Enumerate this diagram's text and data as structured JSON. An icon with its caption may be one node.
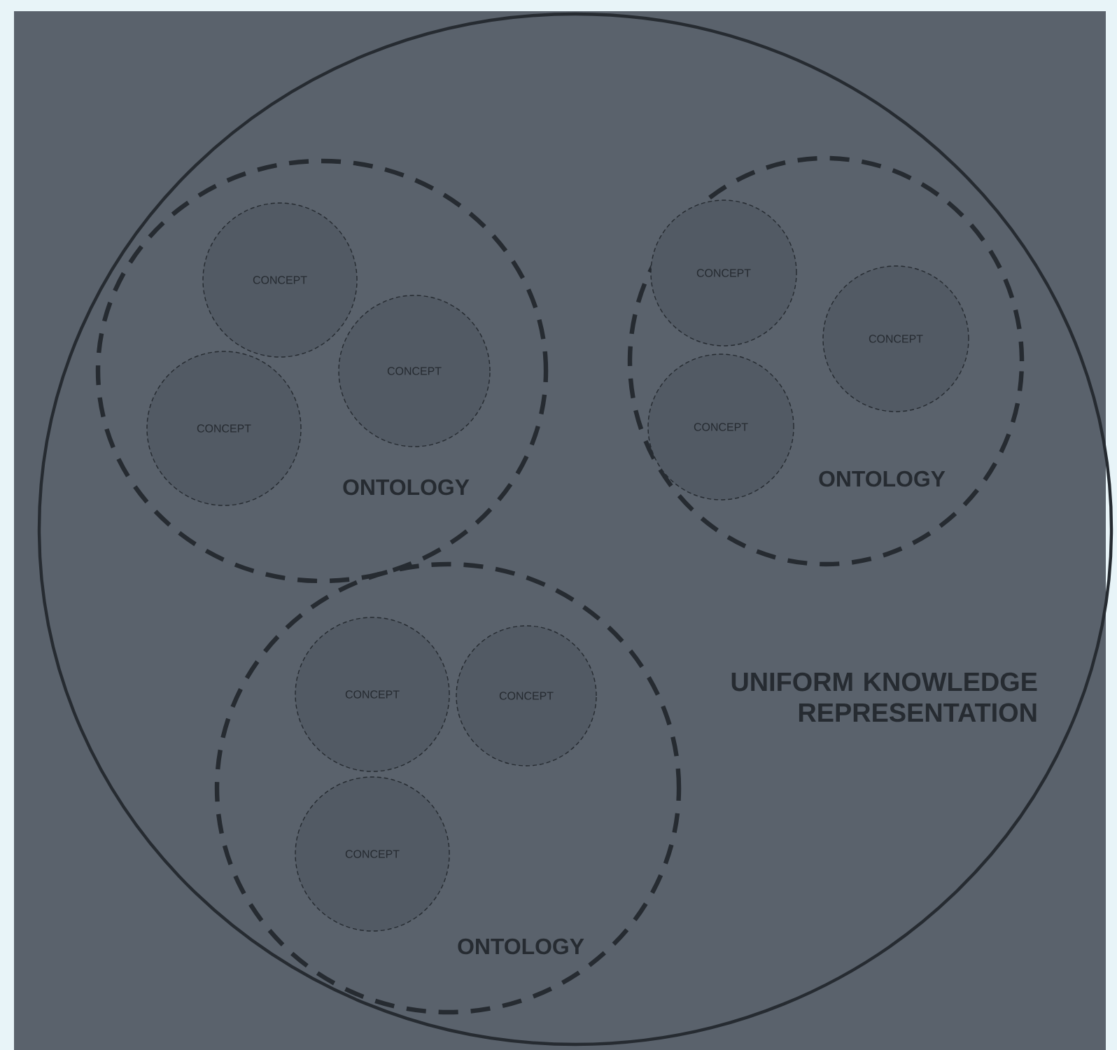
{
  "diagram": {
    "nodes": [
      {
        "text": [
          "UNIFORM KNOWLEDGE REPRESENTATION"
        ]
      },
      {
        "text": [
          "ONTOLOGY"
        ],
        "in": 0
      },
      {
        "text": [
          "CONCEPT"
        ],
        "in": 1
      },
      {
        "text": [
          "CONCEPT"
        ],
        "in": 1
      },
      {
        "text": [
          "CONCEPT"
        ],
        "in": 1
      },
      {
        "text": [
          "ONTOLOGY"
        ],
        "in": 0
      },
      {
        "text": [
          "CONCEPT"
        ],
        "in": 5
      },
      {
        "text": [
          "CONCEPT"
        ],
        "in": 5
      },
      {
        "text": [
          "CONCEPT"
        ],
        "in": 5
      },
      {
        "text": [
          "ONTOLOGY"
        ],
        "in": 0
      },
      {
        "text": [
          "CONCEPT"
        ],
        "in": 9
      },
      {
        "text": [
          "CONCEPT"
        ],
        "in": 9
      },
      {
        "text": [
          "CONCEPT"
        ],
        "in": 9
      }
    ]
  }
}
